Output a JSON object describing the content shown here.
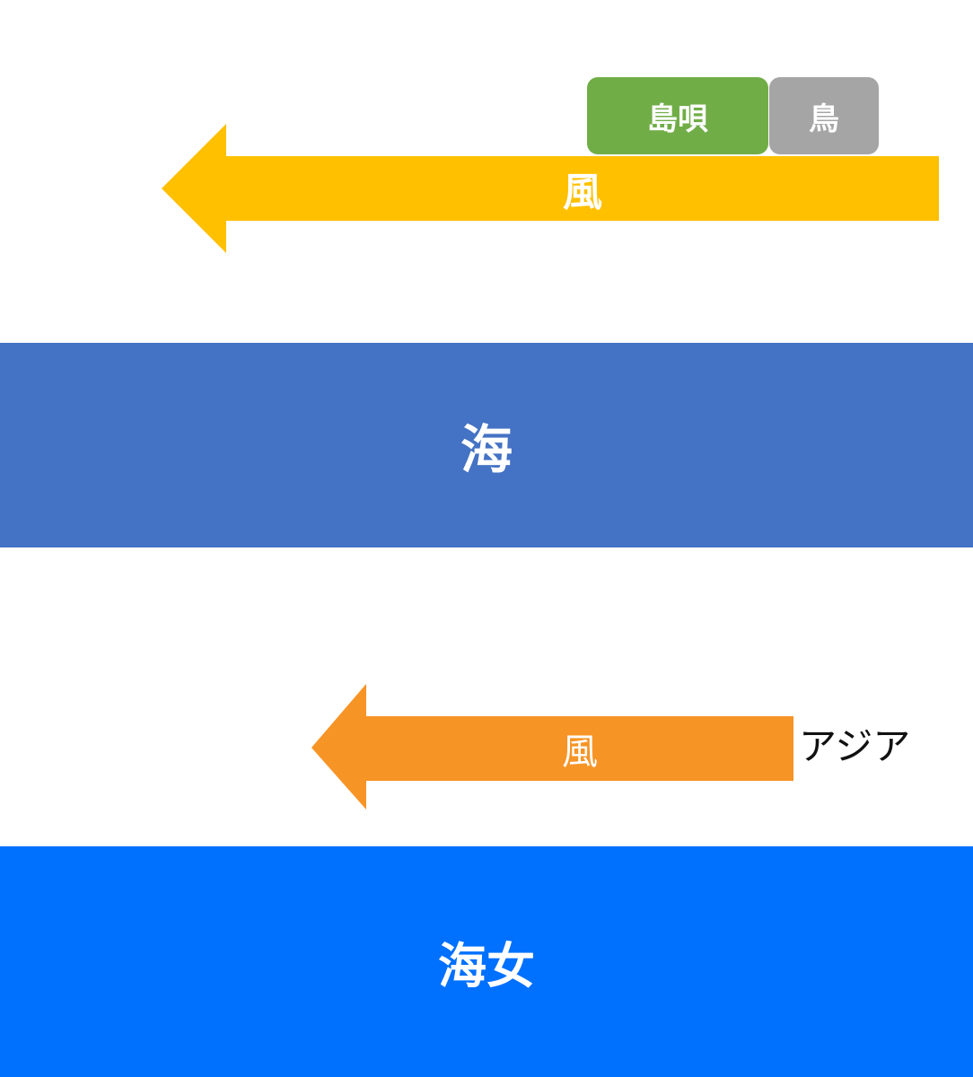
{
  "upper": {
    "green_tag": {
      "label": "島唄",
      "color": "#70AD47"
    },
    "gray_tag": {
      "label": "鳥",
      "color": "#A5A5A5"
    },
    "wind_arrow": {
      "label": "風",
      "color": "#FFC000",
      "direction": "left"
    }
  },
  "sea_band": {
    "label": "海",
    "color": "#4472C4"
  },
  "lower": {
    "wind_arrow": {
      "label": "風",
      "color": "#F79426",
      "direction": "left"
    },
    "side_label": "アジア"
  },
  "ama_band": {
    "label": "海女",
    "color": "#0070FF"
  }
}
